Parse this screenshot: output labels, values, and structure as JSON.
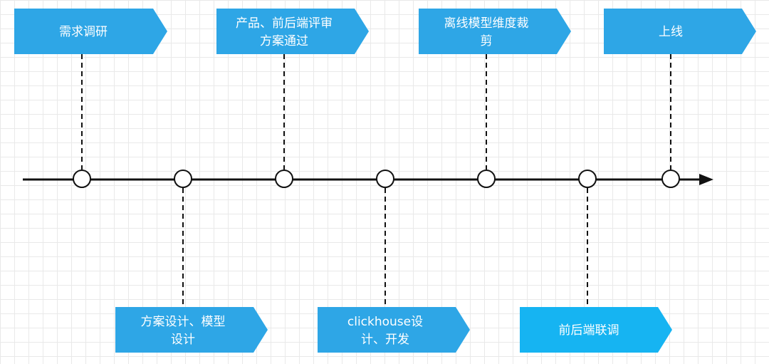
{
  "diagram": {
    "colors": {
      "box_fill": "#2ea6e6",
      "box_fill_highlight": "#16b4f2",
      "line": "#111111",
      "node_fill": "#ffffff"
    },
    "milestones": [
      {
        "lines": [
          "需求调研"
        ]
      },
      {
        "lines": [
          "方案设计、模型",
          "设计"
        ]
      },
      {
        "lines": [
          "产品、前后端评审",
          "方案通过"
        ]
      },
      {
        "lines": [
          "clickhouse设",
          "计、开发"
        ]
      },
      {
        "lines": [
          "离线模型维度裁",
          "剪"
        ]
      },
      {
        "lines": [
          "前后端联调"
        ]
      },
      {
        "lines": [
          "上线"
        ]
      }
    ]
  }
}
